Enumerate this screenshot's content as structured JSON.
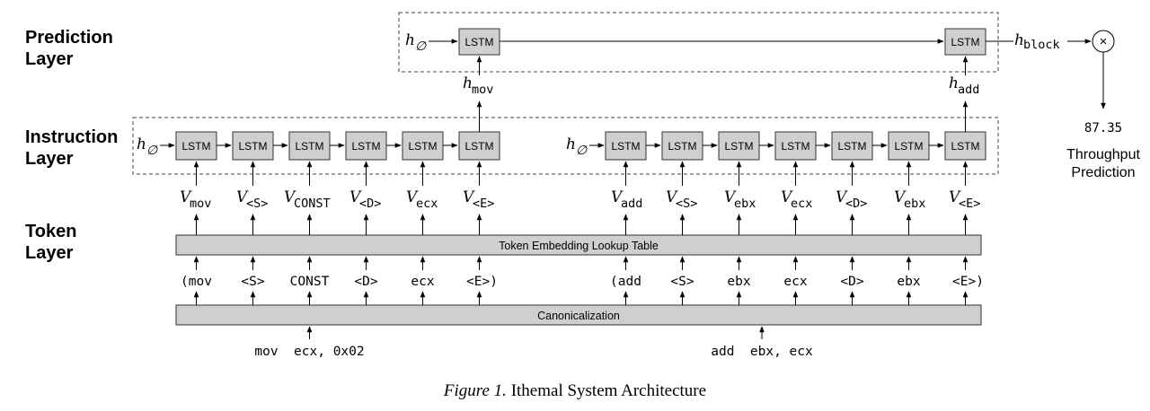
{
  "layers": {
    "prediction": [
      "Prediction",
      "Layer"
    ],
    "instruction": [
      "Instruction",
      "Layer"
    ],
    "token": [
      "Token",
      "Layer"
    ]
  },
  "cell_label": "LSTM",
  "h_symbol": "h",
  "empty_set": "∅",
  "v_symbol": "V",
  "pred_inputs": {
    "left": "mov",
    "right": "add"
  },
  "h_block": "block",
  "multiply_symbol": "×",
  "throughput_value": "87.35",
  "throughput_label": [
    "Throughput",
    "Prediction"
  ],
  "embedding_label": "Token Embedding Lookup Table",
  "canonicalization_label": "Canonicalization",
  "groups": [
    {
      "vectors": [
        "mov",
        "<S>",
        "CONST",
        "<D>",
        "ecx",
        "<E>"
      ],
      "tokens": [
        "(mov",
        "<S>",
        "CONST",
        "<D>",
        "ecx",
        "<E>)"
      ],
      "instruction": "mov  ecx, 0x02"
    },
    {
      "vectors": [
        "add",
        "<S>",
        "ebx",
        "ecx",
        "<D>",
        "ebx",
        "<E>"
      ],
      "tokens": [
        "(add",
        "<S>",
        "ebx",
        "ecx",
        "<D>",
        "ebx",
        "<E>)"
      ],
      "instruction": "add  ebx, ecx"
    }
  ],
  "caption": {
    "figure": "Figure 1.",
    "text": " Ithemal System Architecture"
  }
}
